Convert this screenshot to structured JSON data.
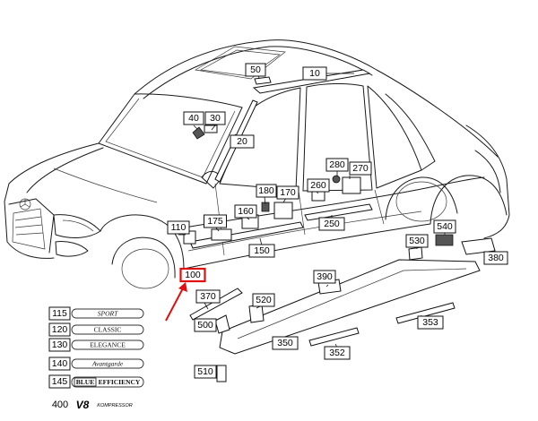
{
  "diagram": {
    "callouts": [
      "10",
      "20",
      "30",
      "40",
      "50",
      "100",
      "110",
      "150",
      "160",
      "170",
      "175",
      "180",
      "250",
      "260",
      "270",
      "280",
      "350",
      "352",
      "353",
      "370",
      "380",
      "390",
      "500",
      "510",
      "520",
      "530",
      "540"
    ],
    "highlighted": "100",
    "badges": [
      {
        "number": "115",
        "text": "SPORT"
      },
      {
        "number": "120",
        "text": "CLASSIC"
      },
      {
        "number": "130",
        "text": "ELEGANCE"
      },
      {
        "number": "140",
        "text": "Avantgarde"
      },
      {
        "number": "145",
        "text_a": "BLUE",
        "text_b": "EFFICIENCY"
      }
    ],
    "bottom_label": {
      "number": "400",
      "text": "V8",
      "sub": "KOMPRESSOR"
    },
    "colors": {
      "highlight": "#e01010",
      "line": "#111111"
    }
  }
}
